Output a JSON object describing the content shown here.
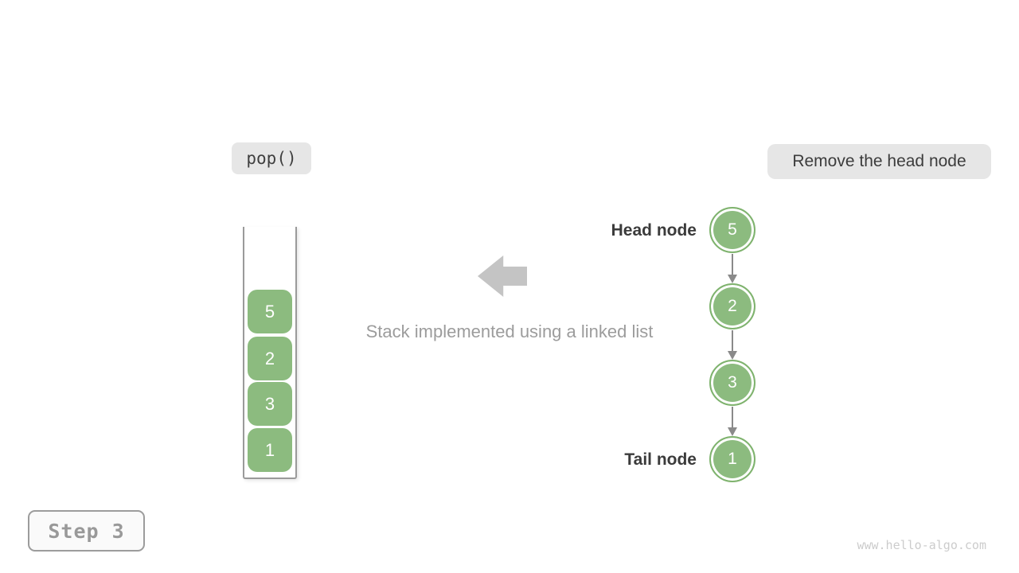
{
  "page": {
    "operation_label": "pop()",
    "action_label": "Remove the head node",
    "caption": "Stack implemented using a linked list",
    "step_label": "Step 3",
    "watermark": "www.hello-algo.com"
  },
  "stack": {
    "items_top_to_bottom": [
      "5",
      "2",
      "3",
      "1"
    ]
  },
  "linked_list": {
    "head_label": "Head node",
    "tail_label": "Tail node",
    "nodes_head_to_tail": [
      "5",
      "2",
      "3",
      "1"
    ]
  },
  "icons": {
    "big_arrow": "left-block-arrow",
    "connector_arrow": "arrow-down"
  },
  "colors": {
    "node_fill": "#8cbb7f",
    "node_border": "#7fb36e",
    "node_inner_ring": "#ffffff",
    "label_box_bg": "#e6e6e6",
    "big_arrow_gray": "#c4c4c4",
    "connector_gray": "#8a8a8a",
    "dark_text": "#3c3c3c",
    "muted_text": "#9c9c9c",
    "step_text": "#999999",
    "watermark_text": "#cccccc",
    "container_border": "#9a9a9a"
  }
}
